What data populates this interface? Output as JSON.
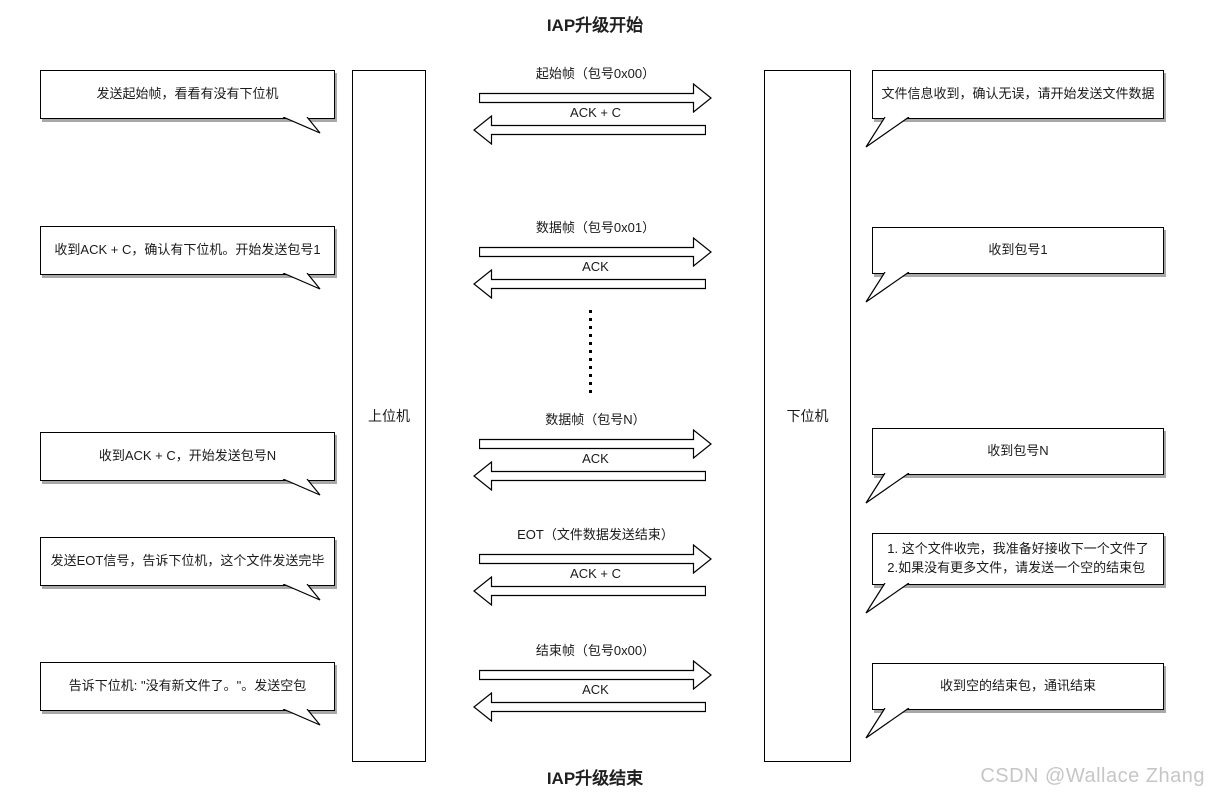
{
  "diagram": {
    "title_top": "IAP升级开始",
    "title_bottom": "IAP升级结束"
  },
  "watermark": "CSDN @Wallace Zhang",
  "lifelines": {
    "left": "上位机",
    "right": "下位机"
  },
  "left_callouts": [
    {
      "text": "发送起始帧，看看有没有下位机"
    },
    {
      "text": "收到ACK + C，确认有下位机。开始发送包号1"
    },
    {
      "text": "收到ACK + C，开始发送包号N"
    },
    {
      "text": "发送EOT信号，告诉下位机，这个文件发送完毕"
    },
    {
      "text": "告诉下位机: \"没有新文件了。\"。发送空包"
    }
  ],
  "right_callouts": [
    {
      "text": "文件信息收到，确认无误，请开始发送文件数据"
    },
    {
      "text": "收到包号1"
    },
    {
      "text": "收到包号N"
    },
    {
      "text": "1. 这个文件收完，我准备好接收下一个文件了\n2.如果没有更多文件，请发送一个空的结束包"
    },
    {
      "text": "收到空的结束包，通讯结束"
    }
  ],
  "messages": [
    {
      "request": "起始帧（包号0x00）",
      "response": "ACK + C"
    },
    {
      "request": "数据帧（包号0x01）",
      "response": "ACK"
    },
    {
      "request": "数据帧（包号N）",
      "response": "ACK"
    },
    {
      "request": "EOT（文件数据发送结束）",
      "response": "ACK + C"
    },
    {
      "request": "结束帧（包号0x00）",
      "response": "ACK"
    }
  ]
}
